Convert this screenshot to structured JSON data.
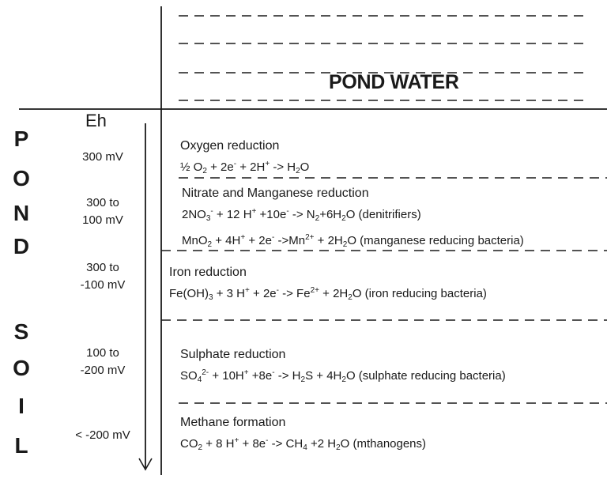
{
  "pond_water_label": "POND WATER",
  "soil_letters": [
    "P",
    "O",
    "N",
    "D",
    "S",
    "O",
    "I",
    "L"
  ],
  "eh_header": "Eh",
  "eh_values": [
    {
      "line1": "300 mV",
      "line2": ""
    },
    {
      "line1": "300 to",
      "line2": "100 mV"
    },
    {
      "line1": "300 to",
      "line2": "-100 mV"
    },
    {
      "line1": "100 to",
      "line2": "-200 mV"
    },
    {
      "line1": "< -200 mV",
      "line2": ""
    }
  ],
  "zones": [
    {
      "title": "Oxygen reduction",
      "equations": [
        [
          {
            "t": "½ O"
          },
          {
            "t": "2",
            "s": "sub"
          },
          {
            "t": " + 2e"
          },
          {
            "t": "-",
            "s": "sup"
          },
          {
            "t": " + 2H"
          },
          {
            "t": "+",
            "s": "sup"
          },
          {
            "t": " -> H"
          },
          {
            "t": "2",
            "s": "sub"
          },
          {
            "t": "O"
          }
        ]
      ]
    },
    {
      "title": "Nitrate and Manganese reduction",
      "equations": [
        [
          {
            "t": "2NO"
          },
          {
            "t": "3",
            "s": "sub"
          },
          {
            "t": "-",
            "s": "sup"
          },
          {
            "t": " + 12 H"
          },
          {
            "t": "+",
            "s": "sup"
          },
          {
            "t": " +10e"
          },
          {
            "t": "-",
            "s": "sup"
          },
          {
            "t": " -> N"
          },
          {
            "t": "2",
            "s": "sub"
          },
          {
            "t": "+6H"
          },
          {
            "t": "2",
            "s": "sub"
          },
          {
            "t": "O  (denitrifiers)"
          }
        ],
        [
          {
            "t": "MnO"
          },
          {
            "t": "2",
            "s": "sub"
          },
          {
            "t": " + 4H"
          },
          {
            "t": "+",
            "s": "sup"
          },
          {
            "t": " + 2e"
          },
          {
            "t": "-",
            "s": "sup"
          },
          {
            "t": " ->Mn"
          },
          {
            "t": "2+",
            "s": "sup"
          },
          {
            "t": " + 2H"
          },
          {
            "t": "2",
            "s": "sub"
          },
          {
            "t": "O (manganese reducing bacteria)"
          }
        ]
      ]
    },
    {
      "title": "Iron reduction",
      "equations": [
        [
          {
            "t": "Fe(OH)"
          },
          {
            "t": "3",
            "s": "sub"
          },
          {
            "t": " + 3 H"
          },
          {
            "t": "+",
            "s": "sup"
          },
          {
            "t": " + 2e"
          },
          {
            "t": "-",
            "s": "sup"
          },
          {
            "t": " -> Fe"
          },
          {
            "t": "2+",
            "s": "sup"
          },
          {
            "t": " + 2H"
          },
          {
            "t": "2",
            "s": "sub"
          },
          {
            "t": "O  (iron reducing bacteria)"
          }
        ]
      ]
    },
    {
      "title": "Sulphate reduction",
      "equations": [
        [
          {
            "t": "SO"
          },
          {
            "t": "4",
            "s": "sub"
          },
          {
            "t": "2-",
            "s": "sup"
          },
          {
            "t": " + 10H"
          },
          {
            "t": "+",
            "s": "sup"
          },
          {
            "t": " +8e"
          },
          {
            "t": "-",
            "s": "sup"
          },
          {
            "t": " -> H"
          },
          {
            "t": "2",
            "s": "sub"
          },
          {
            "t": "S + 4H"
          },
          {
            "t": "2",
            "s": "sub"
          },
          {
            "t": "O  (sulphate reducing bacteria)"
          }
        ]
      ]
    },
    {
      "title": "Methane formation",
      "equations": [
        [
          {
            "t": "CO"
          },
          {
            "t": "2",
            "s": "sub"
          },
          {
            "t": " + 8 H"
          },
          {
            "t": "+",
            "s": "sup"
          },
          {
            "t": " + 8e"
          },
          {
            "t": "-",
            "s": "sup"
          },
          {
            "t": " -> CH"
          },
          {
            "t": "4",
            "s": "sub"
          },
          {
            "t": " +2 H"
          },
          {
            "t": "2",
            "s": "sub"
          },
          {
            "t": "O  (mthanogens)"
          }
        ]
      ]
    }
  ]
}
